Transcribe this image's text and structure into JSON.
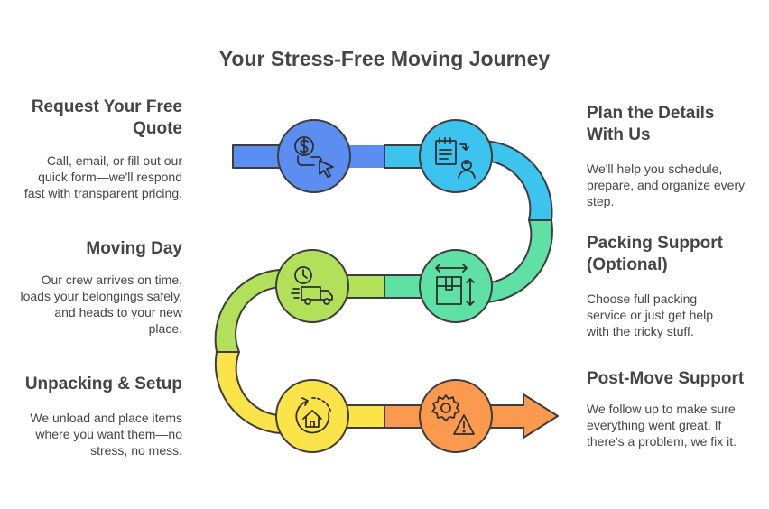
{
  "title": "Your Stress-Free Moving Journey",
  "steps": [
    {
      "title": "Request Your Free Quote",
      "description": "Call, email, or fill out our quick form—we'll respond fast with transparent pricing.",
      "icon": "dollar-cursor-icon",
      "color": "#5b8ef0"
    },
    {
      "title": "Plan the Details With Us",
      "description": "We'll help you schedule, prepare, and organize every step.",
      "icon": "checklist-person-icon",
      "color": "#3cc3ee"
    },
    {
      "title": "Packing Support (Optional)",
      "description": "Choose full packing service or just get help with the tricky stuff.",
      "icon": "box-measure-icon",
      "color": "#5fe0a4"
    },
    {
      "title": "Moving Day",
      "description": "Our crew arrives on time, loads your belongings safely, and heads to your new place.",
      "icon": "clock-truck-icon",
      "color": "#b3e05a"
    },
    {
      "title": "Unpacking & Setup",
      "description": "We unload and place items where you want them—no stress, no mess.",
      "icon": "home-arrow-icon",
      "color": "#fbe34a"
    },
    {
      "title": "Post-Move Support",
      "description": "We follow up to make sure everything went great. If there's a problem, we fix it.",
      "icon": "gear-warning-icon",
      "color": "#fb9a4e"
    }
  ]
}
